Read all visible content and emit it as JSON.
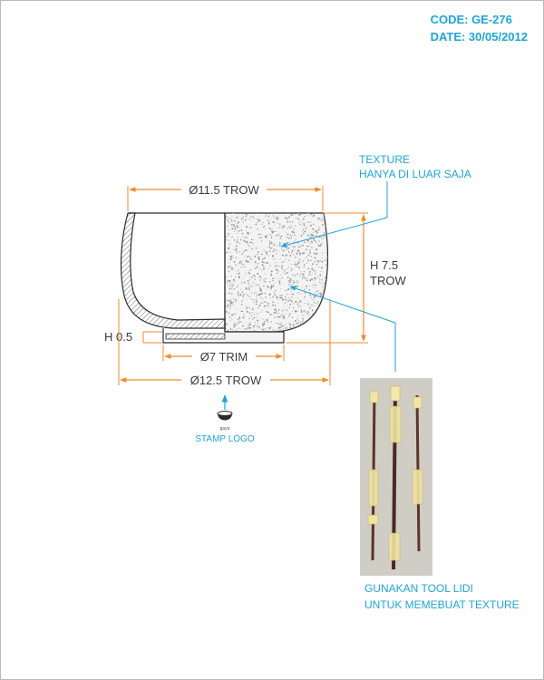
{
  "header": {
    "code": "CODE: GE-276",
    "date": "DATE: 30/05/2012"
  },
  "dimensions": {
    "top_diameter": "Ø11.5 TROW",
    "height_line1": "H 7.5",
    "height_line2": "TROW",
    "foot_height": "H 0.5",
    "foot_diameter": "Ø7 TRIM",
    "bottom_diameter": "Ø12.5 TROW"
  },
  "texture_note": {
    "line1": "TEXTURE",
    "line2": "HANYA DI LUAR SAJA"
  },
  "stamp": {
    "logo_text": "gaya",
    "label": "STAMP LOGO"
  },
  "tool_note": {
    "line1": "GUNAKAN TOOL LIDI",
    "line2": "UNTUK MEMEBUAT TEXTURE"
  },
  "colors": {
    "dimension": "#f08a2c",
    "annotation": "#1fa4d8",
    "outline": "#2b2b2b"
  }
}
